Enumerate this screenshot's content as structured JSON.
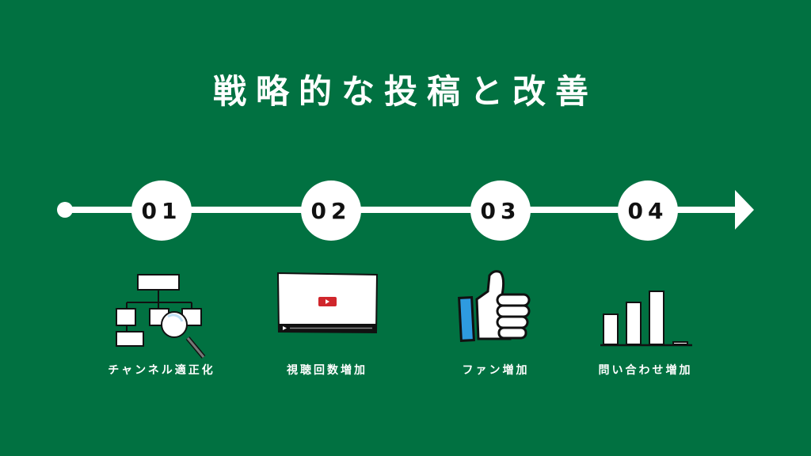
{
  "title": "戦略的な投稿と改善",
  "steps": [
    {
      "number": "01",
      "label": "チャンネル適正化",
      "icon": "org-chart-search-icon"
    },
    {
      "number": "02",
      "label": "視聴回数増加",
      "icon": "video-player-icon"
    },
    {
      "number": "03",
      "label": "ファン増加",
      "icon": "thumbs-up-icon"
    },
    {
      "number": "04",
      "label": "問い合わせ増加",
      "icon": "bar-chart-icon"
    }
  ],
  "colors": {
    "background": "#017141",
    "play": "#d0262c",
    "thumb_cuff": "#2e9be0"
  }
}
